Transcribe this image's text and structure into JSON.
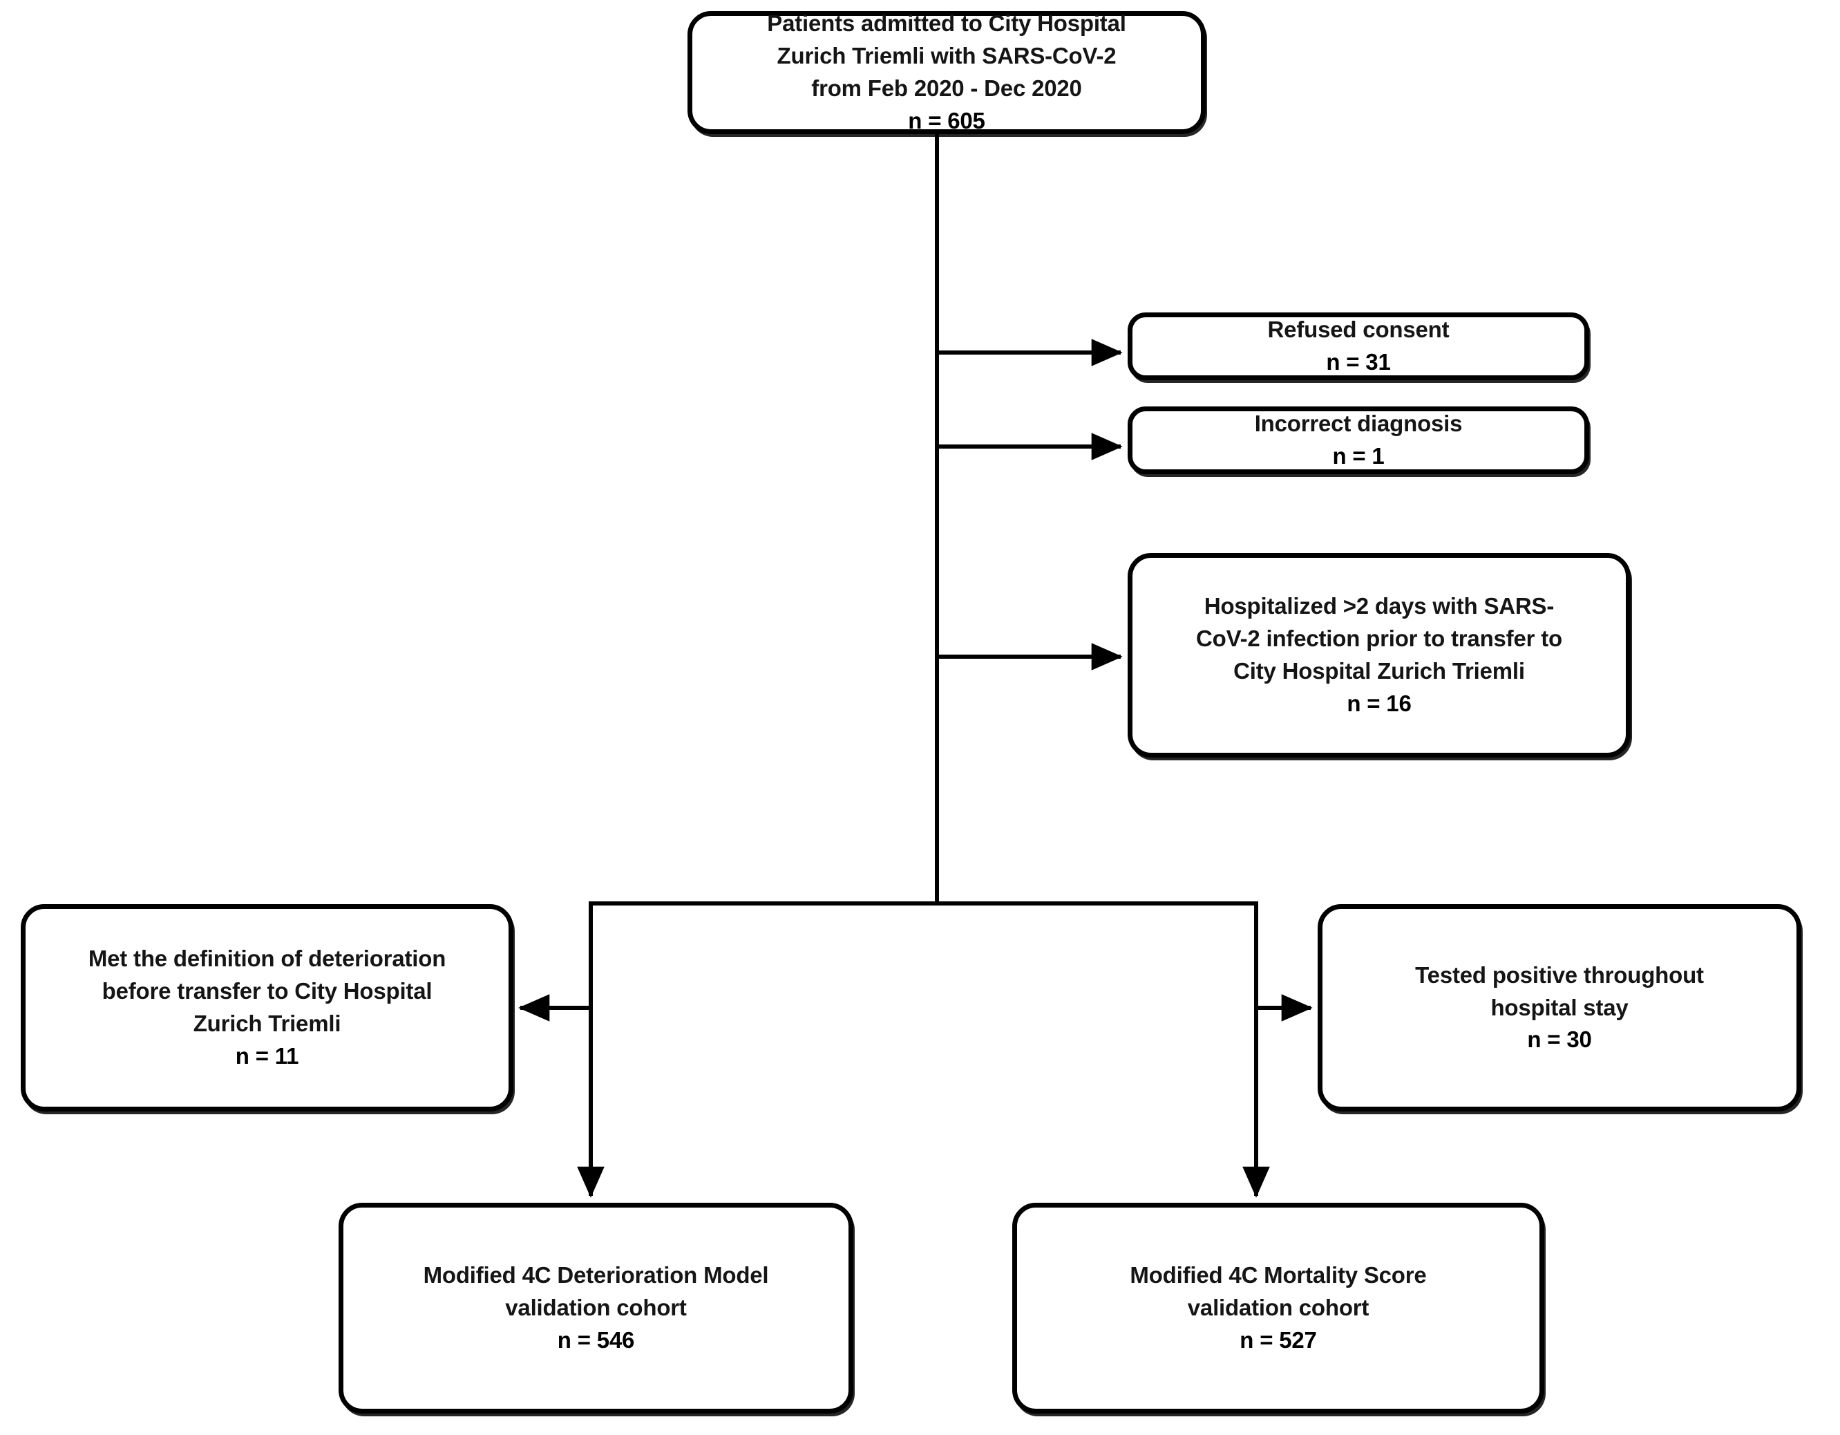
{
  "figure": {
    "type": "flowchart",
    "description": "Patient inclusion and exclusion flow diagram (CONSORT-style)"
  },
  "nodes": {
    "admitted": {
      "text": "Patients admitted to City Hospital\nZurich Triemli with SARS-CoV-2\nfrom Feb 2020 - Dec 2020",
      "count": "n = 605"
    },
    "refused_consent": {
      "text": "Refused consent",
      "count": "n = 31"
    },
    "incorrect_diagnosis": {
      "text": "Incorrect diagnosis",
      "count": "n = 1"
    },
    "hospitalized_prior": {
      "text": "Hospitalized >2 days with SARS-\nCoV-2 infection prior to transfer to\nCity Hospital Zurich Triemli",
      "count": "n = 16"
    },
    "met_deterioration": {
      "text": "Met the definition of deterioration\nbefore transfer to City Hospital\nZurich Triemli",
      "count": "n = 11"
    },
    "tested_positive": {
      "text": "Tested positive throughout\nhospital stay",
      "count": "n = 30"
    },
    "deterioration_cohort": {
      "text": "Modified 4C Deterioration Model\nvalidation cohort",
      "count": "n = 546"
    },
    "mortality_cohort": {
      "text": "Modified 4C Mortality Score\nvalidation cohort",
      "count": "n = 527"
    }
  },
  "colors": {
    "border": "#000000",
    "text": "#151515",
    "background": "#ffffff",
    "connector": "#000000"
  }
}
